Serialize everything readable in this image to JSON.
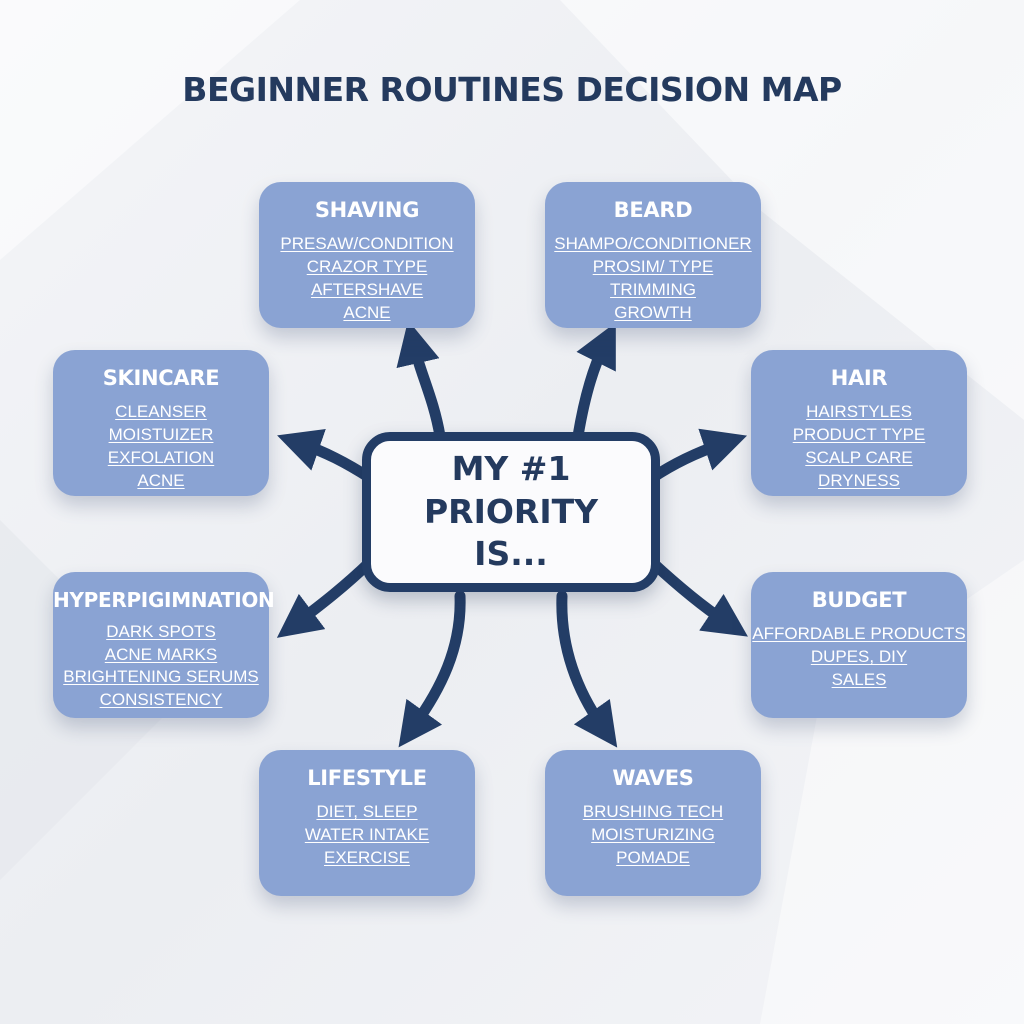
{
  "title": "BEGINNER ROUTINES DECISION MAP",
  "center": {
    "label": "MY #1 PRIORITY IS..."
  },
  "colors": {
    "node_fill": "#8aa3d3",
    "arrow": "#233d66",
    "title": "#243a5e",
    "center_fill": "#fbfbfd"
  },
  "nodes": [
    {
      "id": "shaving",
      "title": "SHAVING",
      "items": [
        "PRESAW/CONDITION",
        "CRAZOR TYPE",
        "AFTERSHAVE",
        "ACNE"
      ]
    },
    {
      "id": "beard",
      "title": "BEARD",
      "items": [
        "SHAMPO/CONDITIONER",
        "PROSIM/ TYPE",
        "TRIMMING",
        "GROWTH"
      ]
    },
    {
      "id": "skincare",
      "title": "SKINCARE",
      "items": [
        "CLEANSER",
        "MOISTUIZER",
        "EXFOLATION",
        "ACNE"
      ]
    },
    {
      "id": "hair",
      "title": "HAIR",
      "items": [
        "HAIRSTYLES",
        "PRODUCT TYPE",
        "SCALP CARE",
        "DRYNESS"
      ]
    },
    {
      "id": "hyperpigmentation",
      "title": "HYPERPIGIMNATION",
      "items": [
        "DARK SPOTS",
        "ACNE MARKS",
        "BRIGHTENING SERUMS",
        "CONSISTENCY"
      ]
    },
    {
      "id": "budget",
      "title": "BUDGET",
      "items": [
        "AFFORDABLE PRODUCTS",
        "DUPES, DIY",
        "SALES"
      ]
    },
    {
      "id": "lifestyle",
      "title": "LIFESTYLE",
      "items": [
        "DIET, SLEEP",
        "WATER INTAKE",
        "EXERCISE"
      ]
    },
    {
      "id": "waves",
      "title": "WAVES",
      "items": [
        "BRUSHING TECH",
        "MOISTURIZING",
        "POMADE"
      ]
    }
  ]
}
